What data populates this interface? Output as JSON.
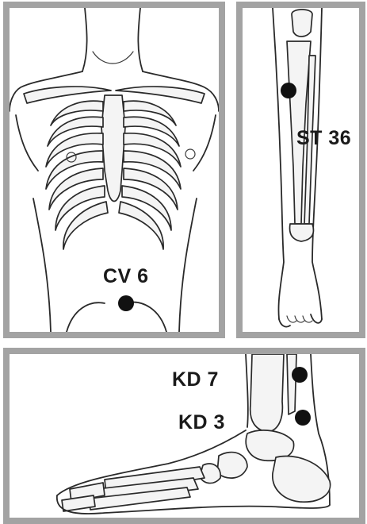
{
  "panels": {
    "torso": {
      "point_label": "CV 6",
      "illustration": "chest-ribcage"
    },
    "leg": {
      "point_label": "ST 36",
      "illustration": "lower-leg"
    },
    "foot": {
      "point_labels": [
        "KD 7",
        "KD 3"
      ],
      "illustration": "ankle-foot-bones"
    }
  },
  "colors": {
    "frame": "#a3a3a3",
    "point": "#111111",
    "line": "#2a2a2a"
  }
}
